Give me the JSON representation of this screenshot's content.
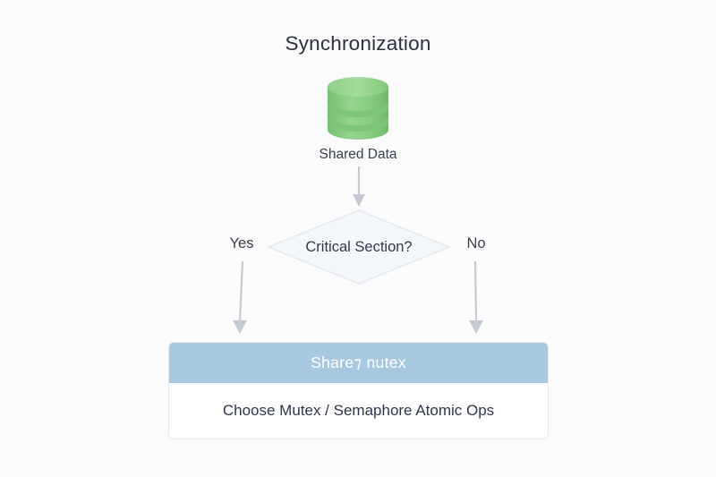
{
  "diagram": {
    "title": "Synchronization",
    "background_color": "#fbfbfb",
    "title_color": "#2c3143"
  },
  "nodes": {
    "data_store": {
      "icon_name": "database-cylinder-icon",
      "label": "Shared Data",
      "fill_color": "#7cc576",
      "band_color": "#9bd695"
    },
    "decision": {
      "label": "Critical Section?",
      "fill_color": "#f4f7fa",
      "border_color": "#e0e7ef"
    },
    "result_card": {
      "header_title": "Share⁊ nutex",
      "header_color": "#a8c8e0",
      "body_text": "Choose Mutex / Semaphore Atomic Ops",
      "body_color": "#ffffff",
      "border_color": "#e6e9ee"
    }
  },
  "edges": {
    "arrow_color": "#c5c9d3",
    "top_arrow": {
      "name": "shared-data-to-decision"
    },
    "yes_branch": {
      "label": "Yes",
      "name": "decision-yes-to-result"
    },
    "no_branch": {
      "label": "No",
      "name": "decision-no-to-result"
    }
  }
}
